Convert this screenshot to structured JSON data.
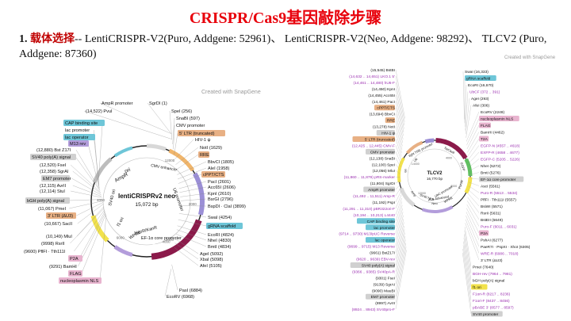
{
  "title": "CRISPR/Cas9基因敲除步骤",
  "subtitle": {
    "number": "1.",
    "highlight": "载体选择",
    "text": "-- LentiCRISPR-V2(Puro, Addgene: 52961)、 LentiCRISPR-V2(Neo, Addgene: 98292)、 TLCV2 (Puro, Addgene: 87360)"
  },
  "watermark1": "Created with SnapGene",
  "watermark2": "Created with SnapGene",
  "colors": {
    "title": "#e8000b",
    "cas9": "#8b1a4a",
    "feature_pink": "#e8b4cf",
    "feature_purple": "#b39ddb",
    "feature_cyan": "#6ec6d8",
    "feature_green": "#5fbf5f",
    "feature_yellow": "#f2e24b"
  },
  "plasmid1": {
    "name": "lentiCRISPRv2 neo",
    "size": "15,072 bp",
    "labels": [
      "AmpR promoter",
      "(14,522) PvuI",
      "SgrDI (1)",
      "SpeI (256)",
      "SnaBI (597)",
      "CMV promoter",
      "5' LTR (truncated)",
      "HIV-1 ψ",
      "NotI (1629)",
      "RRE",
      "BbvCI (1805)",
      "AleI (1958)",
      "cPPT/CTS",
      "PacI (2601)",
      "Acc65I (2606)",
      "KpnI (2610)",
      "BsrGI (2796)",
      "BspDI · ClaI (3899)",
      "SwaI (4254)",
      "gRNA scaffold",
      "EcoRI (4824)",
      "NheI (4830)",
      "BmtI (4834)",
      "AgeI (5092)",
      "XbaI (5098)",
      "AfeI (5105)",
      "PasI (6884)",
      "EcoRV (6968)",
      "CAP binding site",
      "lac promoter",
      "lac operator",
      "M13 rev",
      "(12,880) Bst Z17I",
      "SV40 poly(A) signal",
      "(12,520) FseI",
      "(12,358) SgrAI",
      "EM7 promoter",
      "(12,115) AvrII",
      "(12,114) StuI",
      "bGH poly(A) signal",
      "(11,067) PmeI",
      "3' LTR (ΔU3)",
      "(10,667) SacII",
      "(10,149) MluI",
      "(9998) RsrII",
      "(9600) PflFI · Tth111I",
      "P2A",
      "(9291) BamHI",
      "FLAG",
      "nucleoplasmin NLS",
      "AmpR",
      "ori",
      "SV40 ori",
      "f1 ori",
      "WPRE",
      "NeoR/KanR",
      "EF-1α core promoter",
      "Cas9",
      "U6 promoter",
      "2000",
      "4000",
      "6000",
      "8000",
      "10000",
      "12000",
      "14000"
    ]
  },
  "plasmid2": {
    "name": "TLCV2",
    "size": "16,770 bp",
    "labels_left": [
      "(15,545) BstBI",
      "(14,632 .. 14,651) LKO.1 5'",
      "(14,461 .. 14,480) hU6-F",
      "(14,450) KpnI",
      "(14,455) Acc65I",
      "(14,461) PacI",
      "cPPT/CTS",
      "(13,694) BbvCI",
      "RRE",
      "(13,278) NotI",
      "HIV-1 ψ",
      "5' LTR (truncated)",
      "(12,425 .. 12,445) CMV-F",
      "CMV promoter",
      "(12,138) SnaBI",
      "(12,100) SpeI",
      "(12,056) MluI",
      "(11,860 .. 11,879) pRS-marker",
      "(11,804) SgrDI",
      "AmpR promoter",
      "(11,492 .. 11,511) Amp-R",
      "(11,192) PspI",
      "(11,291 .. 11,310) pBR322ori-F",
      "(10,194 .. 10,213) L4440",
      "CAP binding site",
      "lac promoter",
      "(9714 .. 9730) M13/pUC Reverse",
      "lac operator",
      "(9699 .. 9715) M13 Reverse",
      "(9661) BstZ17I",
      "(9620 .. 9639) EBV-rev",
      "SV40 poly(A) signal",
      "(9366 .. 9385) SV40pA-R",
      "(9301) FseI",
      "(9139) SgrAI",
      "(9090) MauBI",
      "EM7 promoter",
      "(8997) AvrII",
      "(8924 .. 8943) SV40pro-F"
    ],
    "labels_right": [
      "SwaI (16,333)",
      "gRNA scaffold",
      "EcoRI (16,670)",
      "UbCF (372 .. 391)",
      "AgeI (293)",
      "AfeI (306)",
      "EcoRV (2249)",
      "nucleoplasmin NLS",
      "FLAG",
      "BamHI (4462)",
      "T2A",
      "EGFP-N (4557 .. 4618)",
      "EXFP-R (4658 .. 4677)",
      "EGFP-C (5205 .. 5226)",
      "NheI (5272)",
      "BmtI (5276)",
      "EF-1α core promoter",
      "AscI (5561)",
      "Puro-R (5513 .. 5534)",
      "PflFI · Tth111I (5557)",
      "BsiWI (5571)",
      "RsrII (5631)",
      "BstEII (5649)",
      "Puro-F (6011 .. 6031)",
      "P2A",
      "PshAI (6277)",
      "PaeR7I · PspXI · XhoI (6305)",
      "WRE-R (6906 .. 7018)",
      "3' LTR (ΔU3)",
      "PmeI (7640)",
      "BGH-rev (7964 .. 7981)",
      "bGH poly(A) signal",
      "f1 ori",
      "F1ori-R (8217 .. 8236)",
      "F1ori-F (8437 .. 8456)",
      "pBABE 3' (8577 .. 8597)",
      "SV40 promoter"
    ],
    "ring_labels": [
      "tight TRE promoter",
      "SaCas9",
      "EGFP",
      "PuroR",
      "WPRE",
      "Neo",
      "Amp",
      "ori",
      "rtTA-Advanced",
      "SV40 NLS",
      "UbC promoter",
      "U6",
      "4000",
      "8000",
      "12000",
      "14000"
    ]
  }
}
